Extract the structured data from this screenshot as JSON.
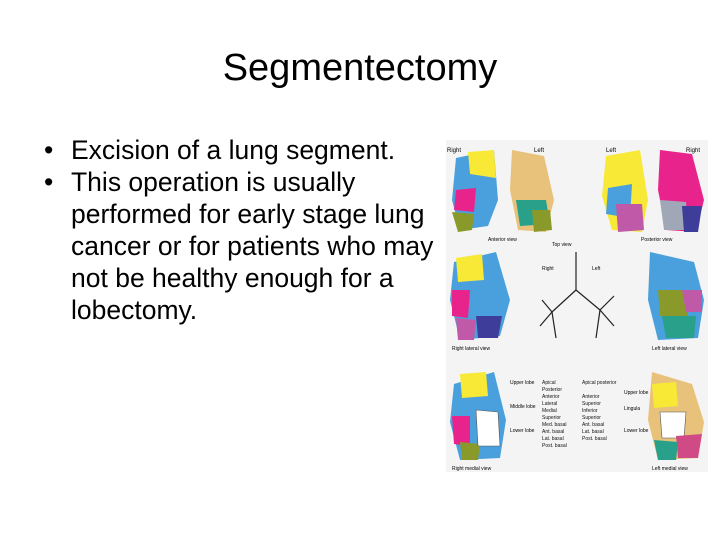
{
  "slide": {
    "title": "Segmentectomy",
    "bullets": [
      "Excision of a lung segment.",
      "This operation is usually performed for early stage lung cancer or for patients who may not be healthy enough for a lobectomy."
    ],
    "bullet_symbol": "•"
  },
  "figure": {
    "views": {
      "anterior": "Anterior view",
      "posterior": "Posterior view",
      "right_lateral": "Right lateral view",
      "left_lateral": "Left lateral view",
      "right_medial": "Right medial view",
      "left_medial": "Left medial view",
      "top": "Top view"
    },
    "side_labels": {
      "right": "Right",
      "left": "Left"
    },
    "lobe_labels": {
      "upper": "Upper lobe",
      "middle": "Middle lobe",
      "lower": "Lower lobe",
      "lingula": "Lingula"
    },
    "legend_right": [
      "Apical",
      "Posterior",
      "Anterior",
      "Lateral",
      "Medial",
      "Superior",
      "Med. basal",
      "Ant. basal",
      "Lat. basal",
      "Post. basal"
    ],
    "legend_left": [
      "Apical posterior",
      "Anterior",
      "Superior",
      "Inferior",
      "Superior",
      "Ant. basal",
      "Lat. basal",
      "Post. basal"
    ],
    "segment_colors": {
      "apical": "#f7e936",
      "posterior": "#4aa0dc",
      "anterior": "#e8c27a",
      "lateral": "#e8248c",
      "medial": "#c05aa8",
      "superior": "#8a9a2a",
      "ant_basal": "#28a08a",
      "lat_basal": "#3e3e9a",
      "post_basal": "#a0a8b8",
      "med_basal": "#d04a86"
    }
  }
}
